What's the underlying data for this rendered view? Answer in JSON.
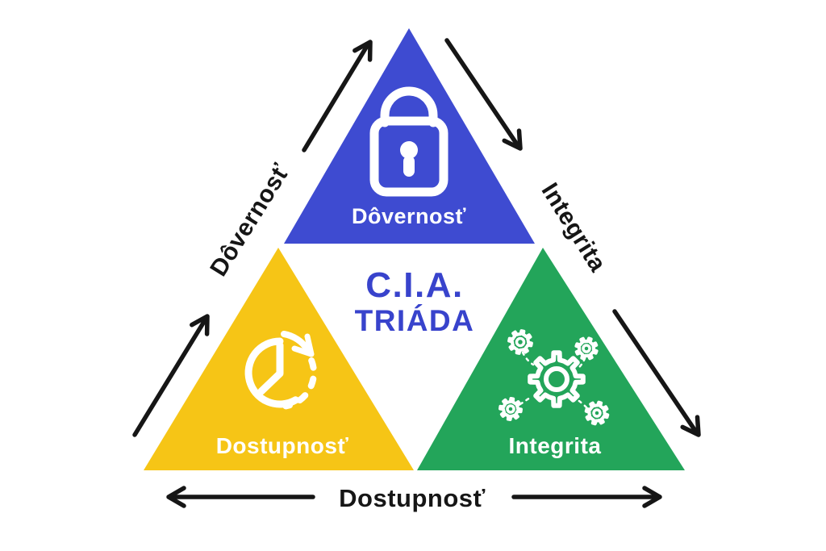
{
  "diagram_title": {
    "line1": "C.I.A.",
    "line2": "TRIÁDA"
  },
  "triangles": {
    "confidentiality": {
      "label": "Dôvernosť",
      "color": "#3E4BD1",
      "icon": "lock-icon"
    },
    "availability": {
      "label": "Dostupnosť",
      "color": "#F6C516",
      "icon": "clock-history-icon"
    },
    "integrity": {
      "label": "Integrita",
      "color": "#23A55A",
      "icon": "gears-icon"
    }
  },
  "edge_labels": {
    "left": "Dôvernosť",
    "right": "Integrita",
    "bottom": "Dostupnosť"
  },
  "colors": {
    "title_text": "#3843CC",
    "triangle_label_text": "#FFFFFF",
    "edge_label_text": "#161616",
    "arrow": "#161616",
    "icon": "#FFFFFF",
    "background": "#FFFFFF"
  }
}
